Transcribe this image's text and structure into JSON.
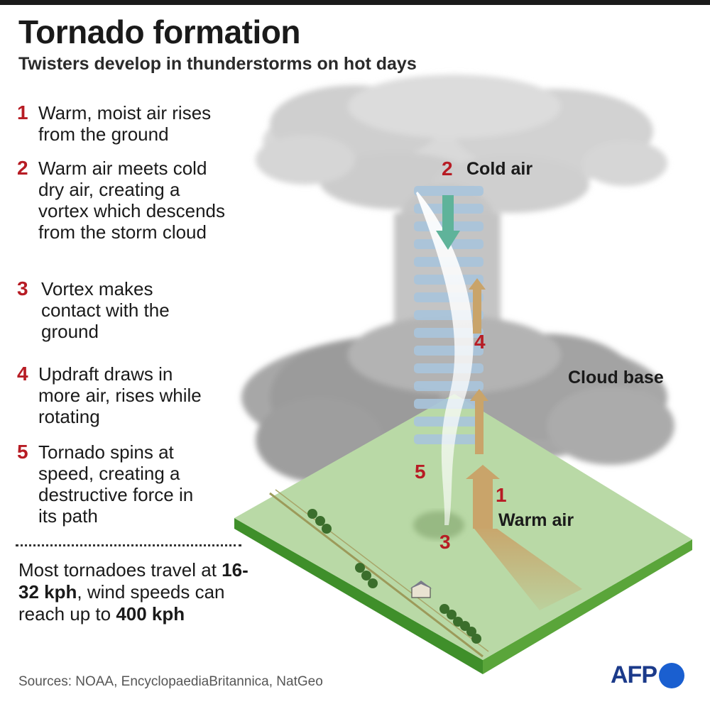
{
  "header": {
    "title": "Tornado formation",
    "subtitle": "Twisters develop in thunderstorms on hot days"
  },
  "steps": [
    {
      "number": "1",
      "text": "Warm, moist air rises from the ground"
    },
    {
      "number": "2",
      "text": "Warm air meets cold dry air, creating a vortex which descends from the storm cloud"
    },
    {
      "number": "3",
      "text": "Vortex makes contact with the ground"
    },
    {
      "number": "4",
      "text": "Updraft draws in more air, rises while rotating"
    },
    {
      "number": "5",
      "text": "Tornado spins at speed, creating a destructive force in its path"
    }
  ],
  "note": {
    "prefix": "Most tornadoes travel at",
    "speed_travel": "16-32 kph",
    "middle": ", wind speeds can reach up to",
    "speed_wind": "400 kph"
  },
  "diagram_labels": {
    "cold_air": "Cold air",
    "cloud_base": "Cloud base",
    "warm_air": "Warm air",
    "num1": "1",
    "num2": "2",
    "num3": "3",
    "num4": "4",
    "num5": "5"
  },
  "footer": {
    "sources": "Sources: NOAA, EncyclopaediaBritannica, NatGeo",
    "logo_text": "AFP"
  },
  "colors": {
    "accent_red": "#b71c24",
    "ground_green": "#b9d9a6",
    "cloud_gray": "#c8c8c8",
    "vortex_blue": "#a9c4dc",
    "warm_arrow": "#c9a46a",
    "cold_arrow": "#5fb39a",
    "afp_blue": "#1a5fd0"
  }
}
